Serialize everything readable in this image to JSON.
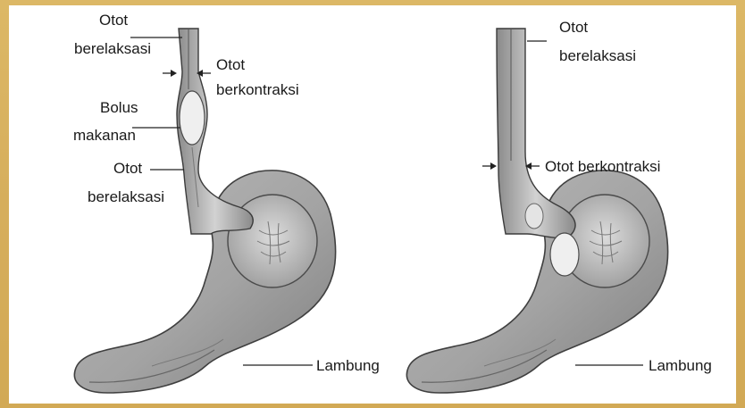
{
  "colors": {
    "frame": "#d9b56a",
    "panel": "#ffffff",
    "tissue_light": "#c9c9c9",
    "tissue_mid": "#9a9a9a",
    "tissue_dark": "#5a5a5a"
  },
  "left_diagram": {
    "labels": {
      "top_relaxed": "Otot\nberelaksasi",
      "contracted": "Otot\nberkontraksi",
      "bolus": "Bolus\nmakanan",
      "lower_relaxed": "Otot\nberelaksasi",
      "stomach": "Lambung"
    }
  },
  "right_diagram": {
    "labels": {
      "top_relaxed": "Otot\nberelaksasi",
      "contracted": "Otot berkontraksi",
      "stomach": "Lambung"
    }
  }
}
